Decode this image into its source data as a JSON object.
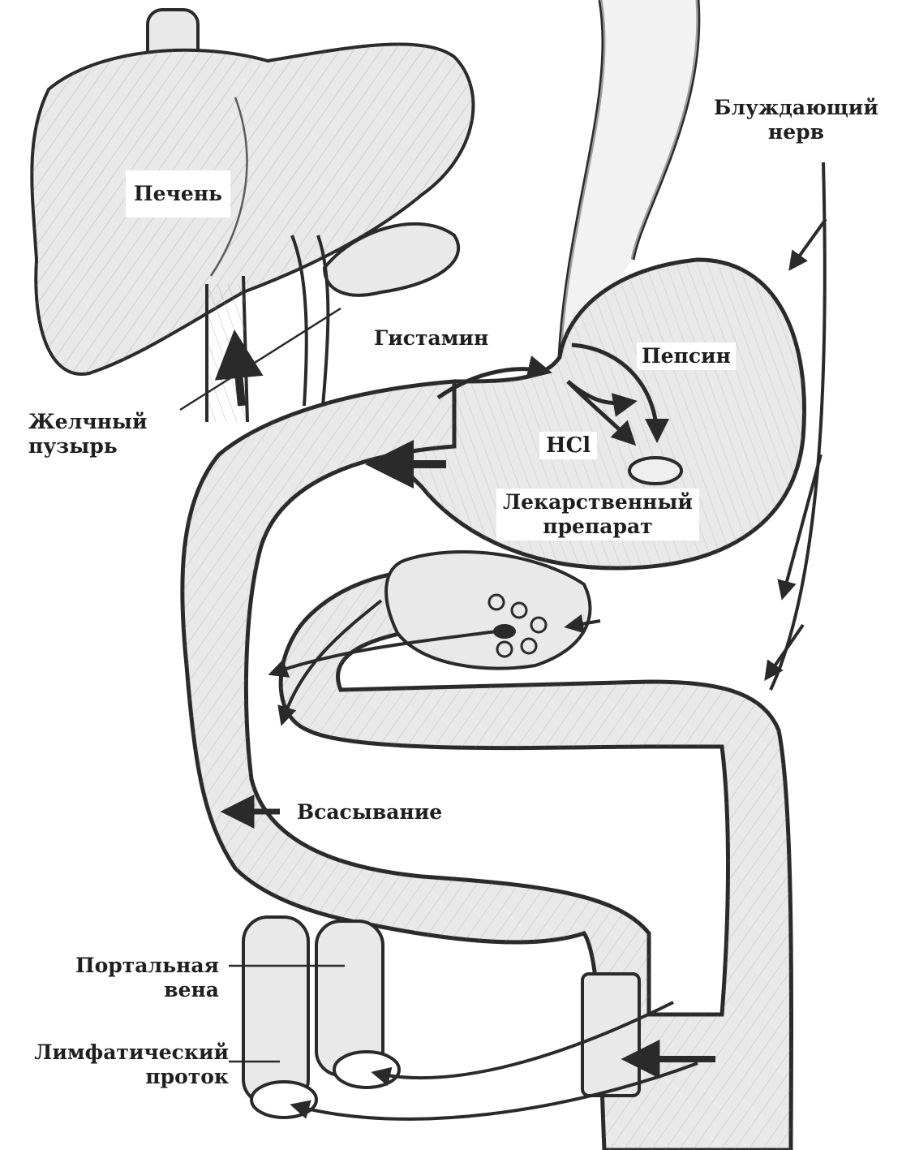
{
  "labels": {
    "liver": "Печень",
    "vagus_1": "Блуждающий",
    "vagus_2": "нерв",
    "histamine": "Гистамин",
    "pepsin": "Пепсин",
    "gallbladder_1": "Желчный",
    "gallbladder_2": "пузырь",
    "hcl": "HCl",
    "drug_1": "Лекарственный",
    "drug_2": "препарат",
    "absorption": "Всасывание",
    "portal_1": "Портальная",
    "portal_2": "вена",
    "lymph_1": "Лимфатический",
    "lymph_2": "проток"
  },
  "colors": {
    "ink": "#2a2a2a",
    "organ_fill": "#e9e9e9",
    "shadow": "#d6d6d6",
    "background": "#ffffff"
  }
}
